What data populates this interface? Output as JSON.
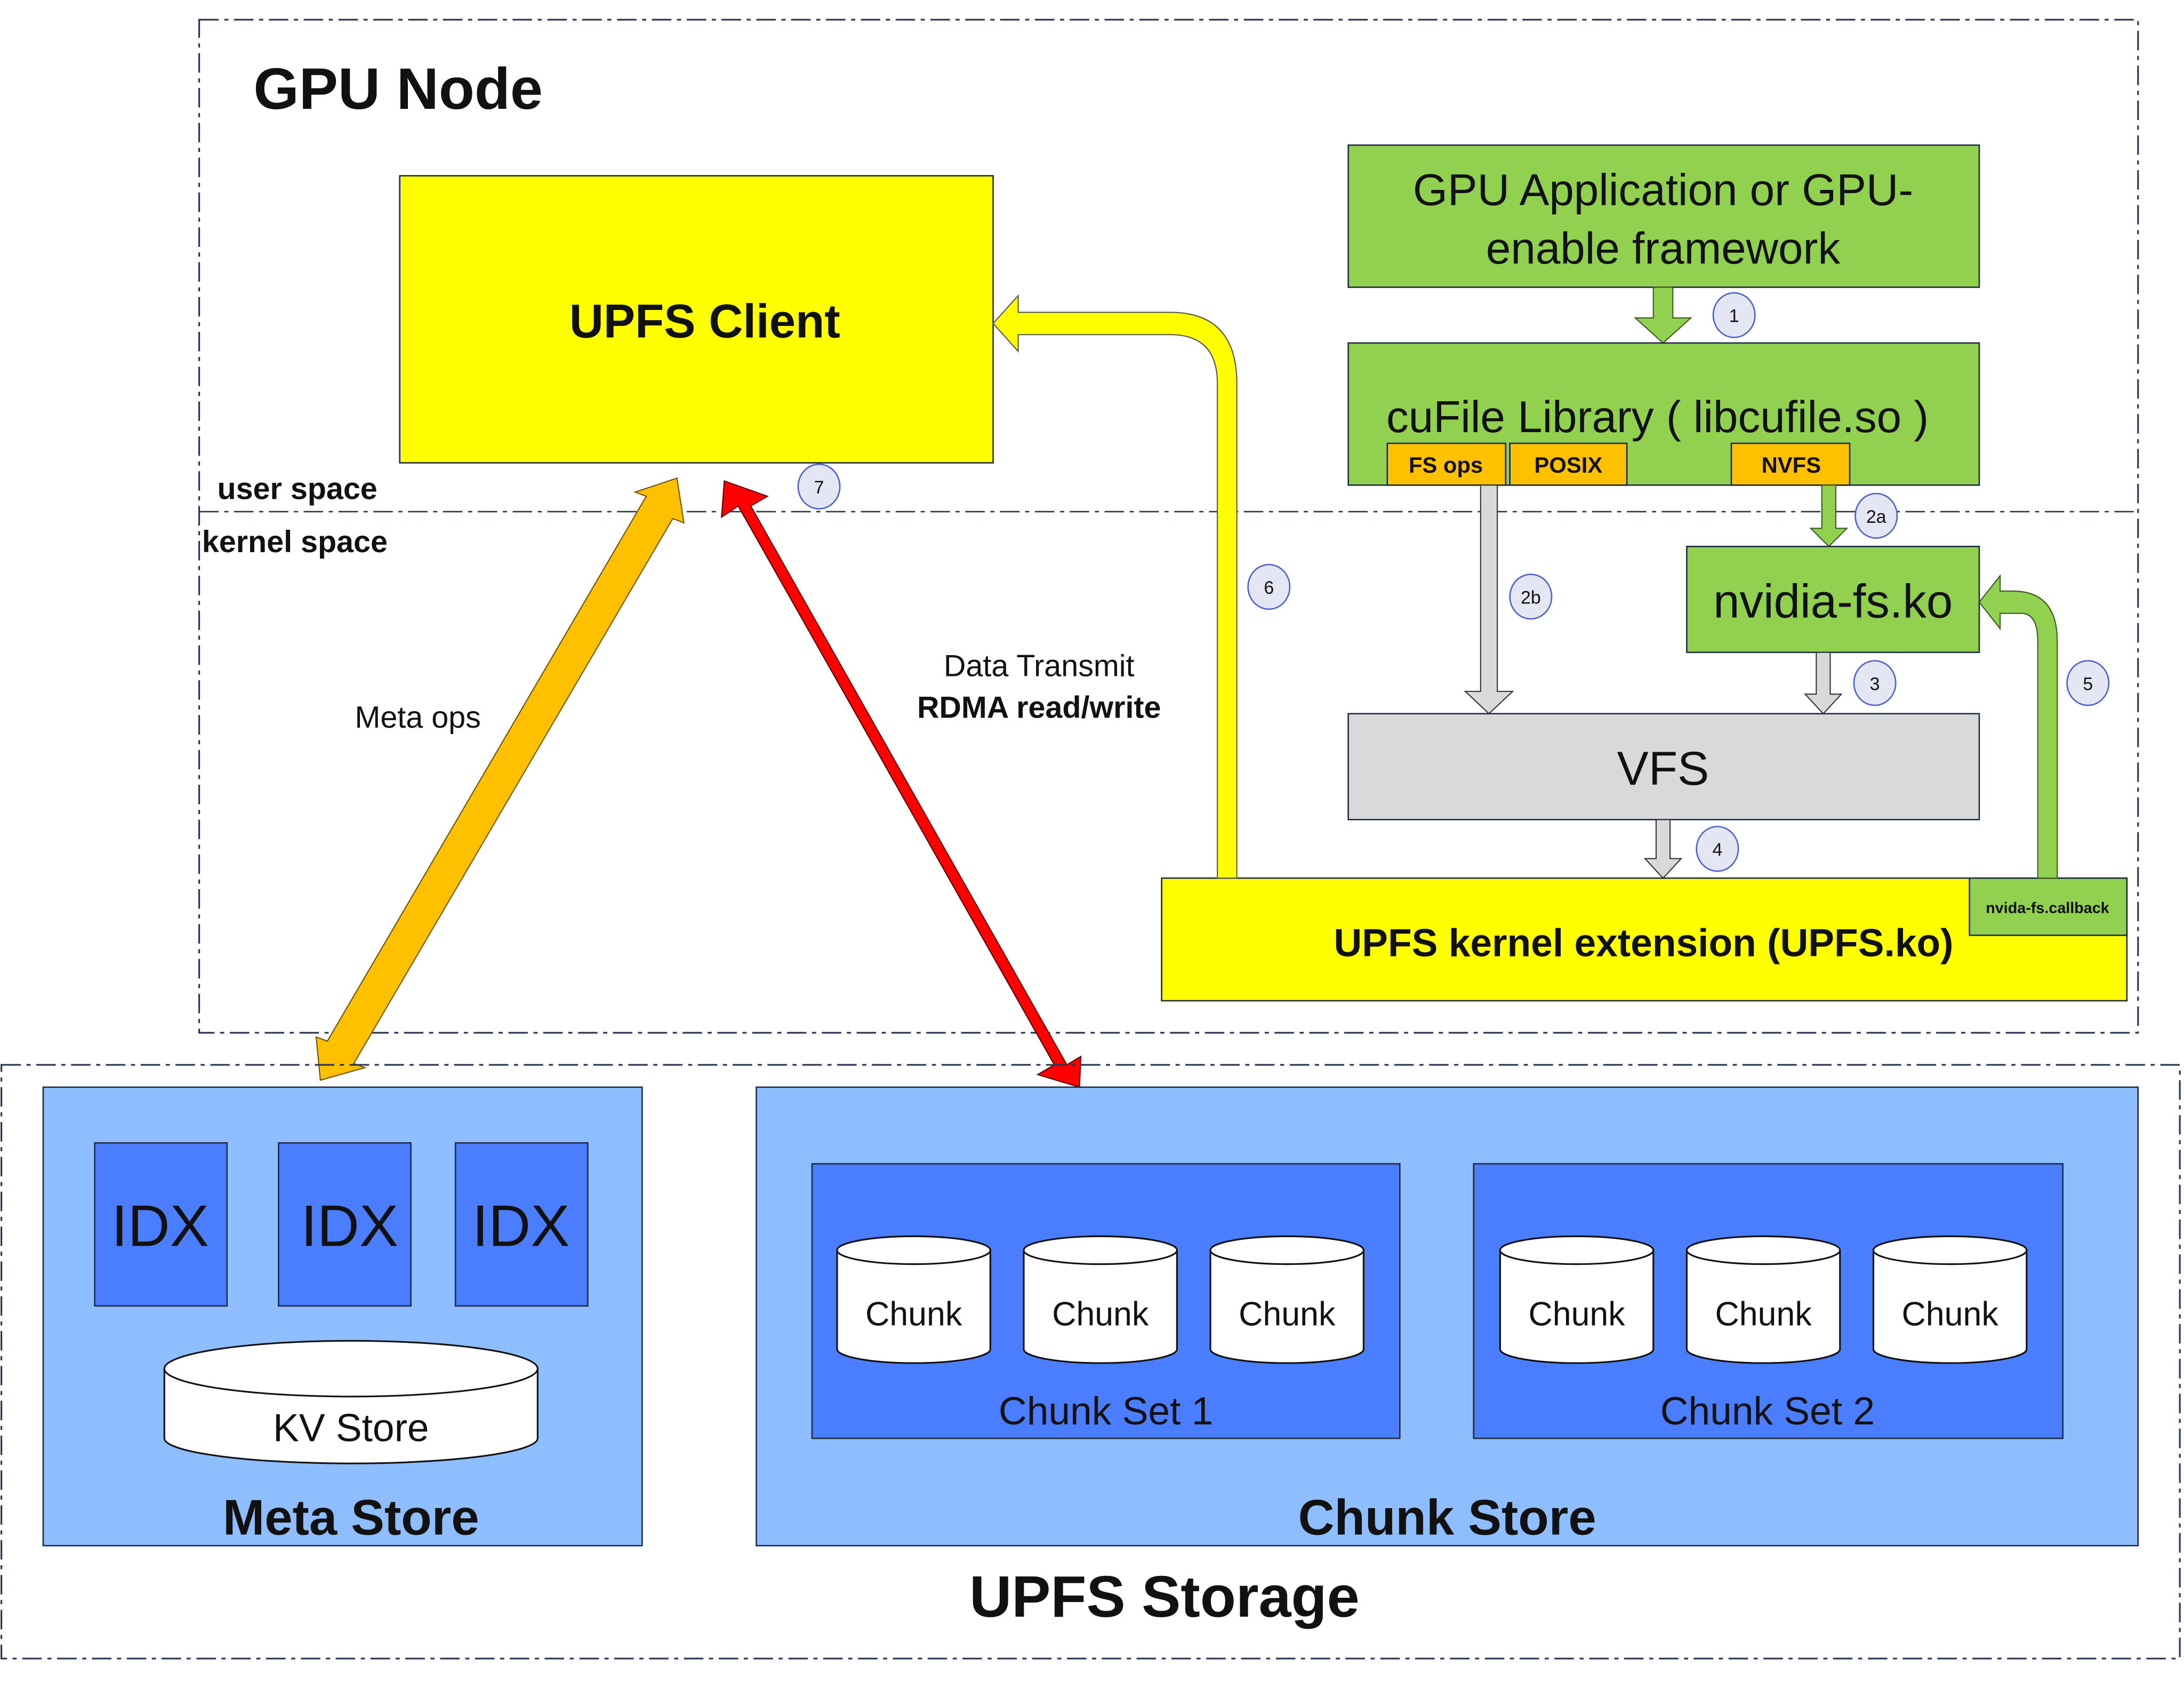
{
  "gpu_node": {
    "title": "GPU Node",
    "user_space_label": "user space",
    "kernel_space_label": "kernel space",
    "upfs_client": "UPFS Client",
    "gpu_app": {
      "line1": "GPU Application or GPU-",
      "line2": "enable framework"
    },
    "cufile": {
      "label": "cuFile Library ( libcufile.so )",
      "tabs": [
        "FS ops",
        "POSIX",
        "NVFS"
      ]
    },
    "nvidia_fs": "nvidia-fs.ko",
    "vfs": "VFS",
    "kernel_ext": "UPFS kernel extension (UPFS.ko)",
    "callback": "nvida-fs.callback",
    "steps": [
      "1",
      "2a",
      "2b",
      "3",
      "4",
      "5",
      "6",
      "7"
    ],
    "meta_ops_label": "Meta ops",
    "data_transmit_label": "Data Transmit",
    "rdma_label": "RDMA read/write"
  },
  "storage": {
    "title": "UPFS Storage",
    "meta_store": {
      "title": "Meta Store",
      "idx": [
        "IDX",
        "IDX",
        "IDX"
      ],
      "kv": "KV Store"
    },
    "chunk_store": {
      "title": "Chunk Store",
      "sets": [
        {
          "label": "Chunk Set 1",
          "chunks": [
            "Chunk",
            "Chunk",
            "Chunk"
          ]
        },
        {
          "label": "Chunk Set 2",
          "chunks": [
            "Chunk",
            "Chunk",
            "Chunk"
          ]
        }
      ]
    }
  },
  "colors": {
    "yellow": "#FFFF00",
    "green": "#92D050",
    "orange": "#FFC000",
    "gray": "#D9D9D9",
    "red": "#FF0000",
    "light_blue": "#8EBEFF",
    "blue": "#4A7EFF"
  }
}
